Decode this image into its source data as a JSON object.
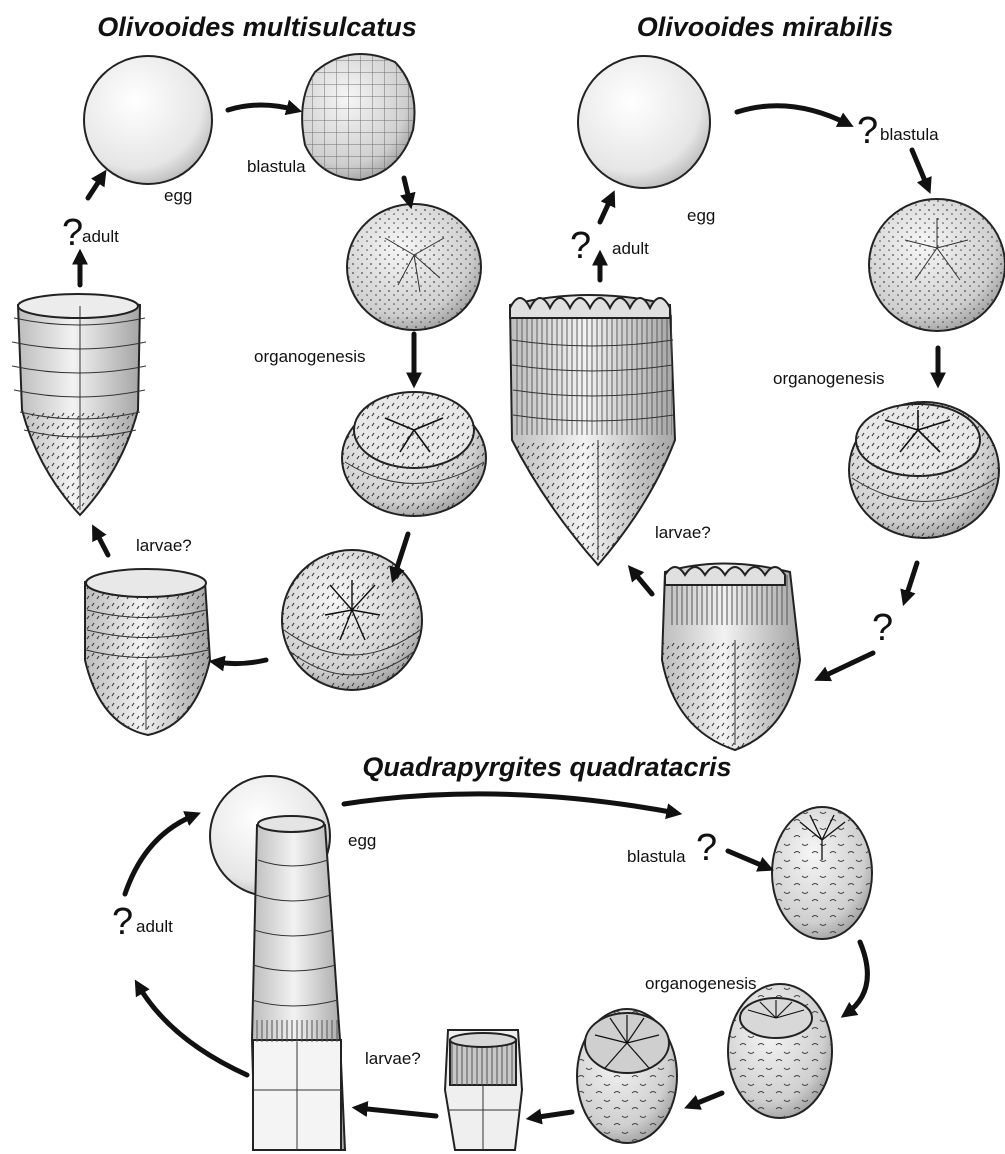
{
  "titles": {
    "multisulcatus": "Olivooides multisulcatus",
    "mirabilis": "Olivooides mirabilis",
    "quadratacris": "Quadrapyrgites quadratacris"
  },
  "labels": {
    "egg": "egg",
    "blastula": "blastula",
    "organogenesis": "organogenesis",
    "larvae": "larvae?",
    "adult": "adult",
    "question": "?"
  },
  "colors": {
    "ink": "#111111",
    "fill_light": "#f0f0f0",
    "fill_mid": "#cfcfcf",
    "fill_dark": "#9a9a9a"
  }
}
